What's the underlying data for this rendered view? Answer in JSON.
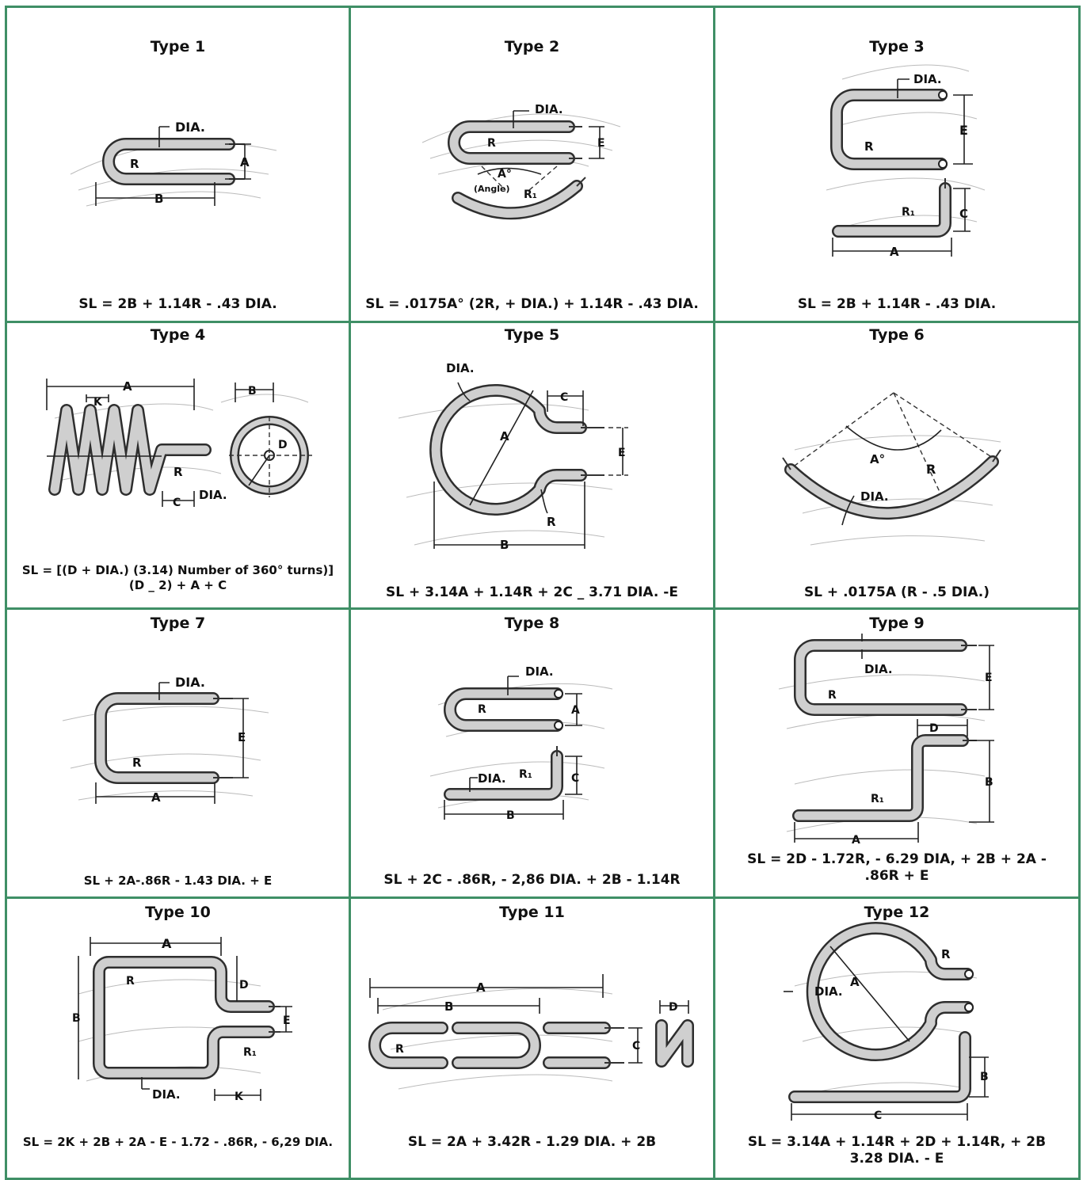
{
  "cells": [
    {
      "title": "Type 1",
      "formula": "SL = 2B + 1.14R - .43 DIA.",
      "labels": [
        "DIA.",
        "R",
        "A",
        "B"
      ]
    },
    {
      "title": "Type 2",
      "formula": "SL = .0175A° (2R, + DIA.) + 1.14R - .43 DIA.",
      "labels": [
        "DIA.",
        "R",
        "E",
        "A°",
        "(Angle)",
        "R₁"
      ]
    },
    {
      "title": "Type 3",
      "formula": "SL = 2B + 1.14R - .43 DIA.",
      "labels": [
        "DIA.",
        "E",
        "R",
        "R₁",
        "C",
        "A"
      ]
    },
    {
      "title": "Type 4",
      "formula": "SL = [(D + DIA.) (3.14) Number of 360° turns)]",
      "formula2": "(D _ 2) + A + C",
      "labels": [
        "A",
        "K",
        "R",
        "C",
        "DIA.",
        "B",
        "D"
      ]
    },
    {
      "title": "Type 5",
      "formula": "SL + 3.14A + 1.14R + 2C _ 3.71 DIA. -E",
      "labels": [
        "DIA.",
        "A",
        "C",
        "E",
        "R",
        "B"
      ]
    },
    {
      "title": "Type 6",
      "formula": "SL + .0175A (R - .5 DIA.)",
      "labels": [
        "A°",
        "R",
        "DIA."
      ]
    },
    {
      "title": "Type 7",
      "formula": "SL + 2A-.86R - 1.43 DIA. + E",
      "labels": [
        "DIA.",
        "E",
        "R",
        "A"
      ]
    },
    {
      "title": "Type 8",
      "formula": "SL + 2C - .86R, - 2,86 DIA. + 2B - 1.14R",
      "labels": [
        "DIA.",
        "R",
        "A",
        "DIA.",
        "R₁",
        "C",
        "B"
      ]
    },
    {
      "title": "Type 9",
      "formula": "SL = 2D - 1.72R, - 6.29 DIA, + 2B + 2A -",
      "formula2": ".86R + E",
      "labels": [
        "DIA.",
        "R",
        "E",
        "D",
        "B",
        "R₁",
        "A"
      ]
    },
    {
      "title": "Type 10",
      "formula": "SL = 2K + 2B + 2A - E - 1.72 - .86R, - 6,29 DIA.",
      "labels": [
        "A",
        "R",
        "D",
        "B",
        "E",
        "R₁",
        "DIA.",
        "K"
      ]
    },
    {
      "title": "Type 11",
      "formula": "SL = 2A + 3.42R - 1.29 DIA. + 2B",
      "labels": [
        "A",
        "B",
        "R",
        "C",
        "D"
      ]
    },
    {
      "title": "Type 12",
      "formula": "SL = 3.14A + 1.14R + 2D + 1.14R, + 2B",
      "formula2": "3.28 DIA. - E",
      "labels": [
        "R",
        "DIA.",
        "A",
        "B",
        "C"
      ]
    }
  ]
}
